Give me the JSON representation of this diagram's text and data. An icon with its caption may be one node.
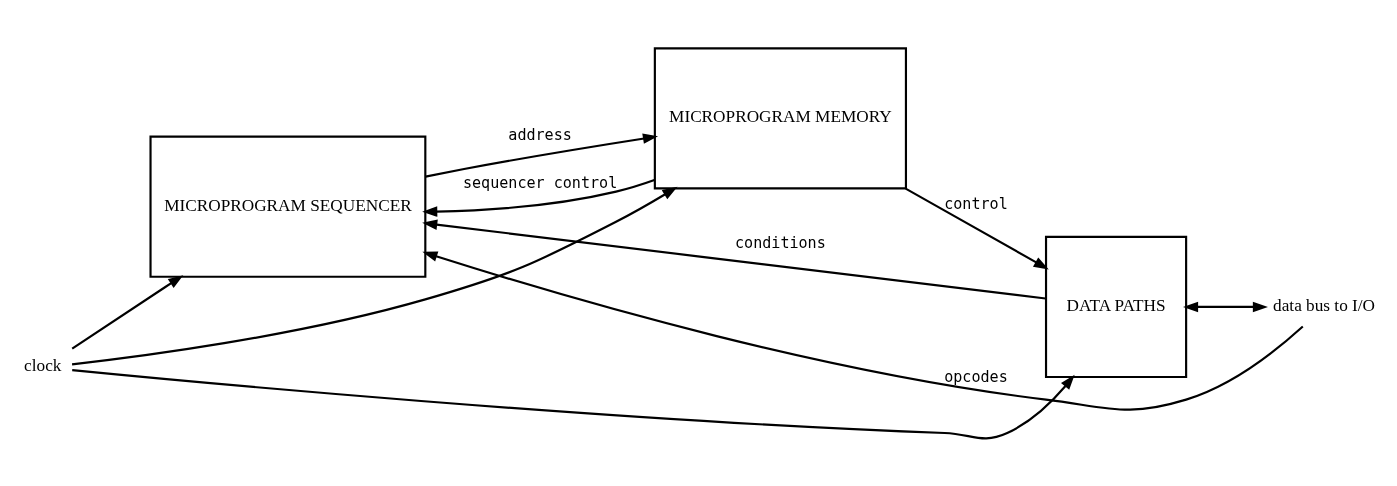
{
  "diagram": {
    "nodes": [
      {
        "text": [
          "MICROPROGRAM SEQUENCER"
        ]
      },
      {
        "text": [
          "MICROPROGRAM MEMORY"
        ]
      },
      {
        "text": [
          "DATA PATHS"
        ]
      },
      {
        "text": [
          "clock"
        ]
      },
      {
        "text": [
          "data bus to I/O"
        ]
      }
    ],
    "edges": [
      {
        "from": 3,
        "to": 0,
        "arrow": "to"
      },
      {
        "from": 3,
        "to": 1,
        "arrow": "to"
      },
      {
        "from": 3,
        "to": 2,
        "arrow": "to"
      },
      {
        "from": 0,
        "to": 1,
        "arrow": "to",
        "label": "address"
      },
      {
        "from": 1,
        "to": 2,
        "arrow": "to",
        "label": "control"
      },
      {
        "from": 1,
        "to": 0,
        "arrow": "to",
        "label": "sequencer control"
      },
      {
        "from": 2,
        "to": 0,
        "arrow": "to",
        "label": "conditions"
      },
      {
        "from": 2,
        "to": 4,
        "arrow": "both"
      },
      {
        "from": 4,
        "to": 0,
        "arrow": "to",
        "label": "opcodes"
      }
    ]
  }
}
